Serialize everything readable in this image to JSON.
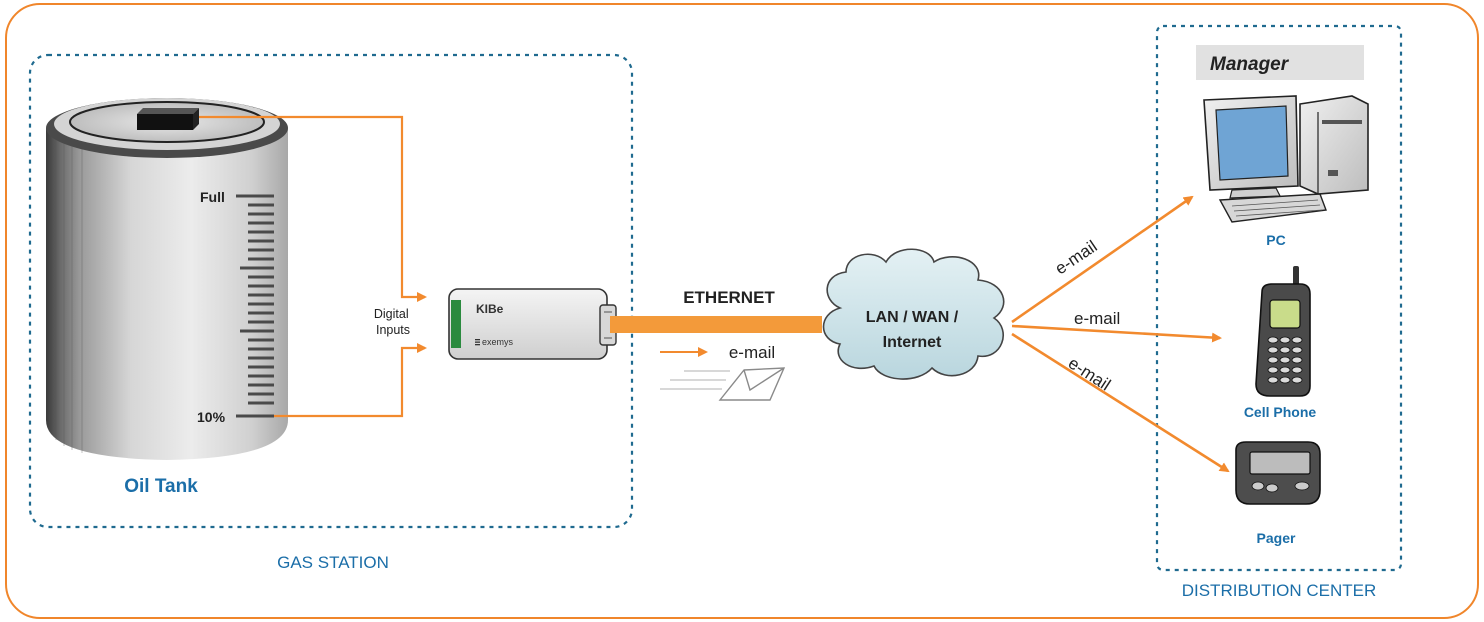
{
  "colors": {
    "frame": "#f0862b",
    "zone_border": "#1f6a8f",
    "label_blue": "#1b6ea8",
    "wire_orange": "#f28a2e",
    "ethernet_orange": "#f39a3a",
    "cloud_fill": "#cfe4ea"
  },
  "gas_station": {
    "title": "GAS STATION",
    "tank": {
      "label": "Oil Tank",
      "level_full": "Full",
      "level_low": "10%"
    },
    "digital_inputs": "Digital\nInputs",
    "device": {
      "model": "KIBe",
      "brand": "exemys"
    },
    "email_label": "e-mail"
  },
  "link": {
    "ethernet": "ETHERNET"
  },
  "network": {
    "line1": "LAN / WAN /",
    "line2": "Internet"
  },
  "email_routes": [
    "e-mail",
    "e-mail",
    "e-mail"
  ],
  "distribution_center": {
    "title": "DISTRIBUTION CENTER",
    "manager": "Manager",
    "devices": [
      {
        "name": "PC",
        "icon": "computer-icon"
      },
      {
        "name": "Cell Phone",
        "icon": "cell-phone-icon"
      },
      {
        "name": "Pager",
        "icon": "pager-icon"
      }
    ]
  }
}
